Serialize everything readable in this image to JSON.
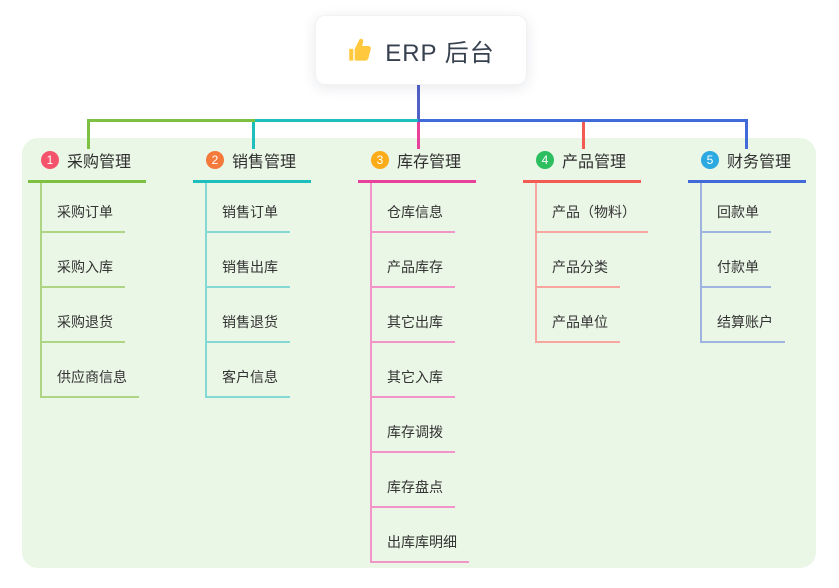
{
  "root": {
    "title": "ERP 后台",
    "icon": "thumbs-up",
    "trunk_color": "#5061C8"
  },
  "panel": {
    "background": "#EAF6E6"
  },
  "branches": [
    {
      "index": "1",
      "label": "采购管理",
      "badge_color": "#F5536C",
      "line_color": "#7DC142",
      "line_light": "#AED584",
      "items": [
        "采购订单",
        "采购入库",
        "采购退货",
        "供应商信息"
      ]
    },
    {
      "index": "2",
      "label": "销售管理",
      "badge_color": "#F4793B",
      "line_color": "#1EBEBD",
      "line_light": "#84D9D4",
      "items": [
        "销售订单",
        "销售出库",
        "销售退货",
        "客户信息"
      ]
    },
    {
      "index": "3",
      "label": "库存管理",
      "badge_color": "#FBAC18",
      "line_color": "#E8419B",
      "line_light": "#F394C8",
      "items": [
        "仓库信息",
        "产品库存",
        "其它出库",
        "其它入库",
        "库存调拨",
        "库存盘点",
        "出库库明细"
      ]
    },
    {
      "index": "4",
      "label": "产品管理",
      "badge_color": "#2DBE5F",
      "line_color": "#F25B51",
      "line_light": "#F8A69F",
      "items": [
        "产品（物料）",
        "产品分类",
        "产品单位"
      ]
    },
    {
      "index": "5",
      "label": "财务管理",
      "badge_color": "#2BA9E0",
      "line_color": "#3F6AD8",
      "line_light": "#9FB3E0",
      "items": [
        "回款单",
        "付款单",
        "结算账户"
      ]
    }
  ]
}
